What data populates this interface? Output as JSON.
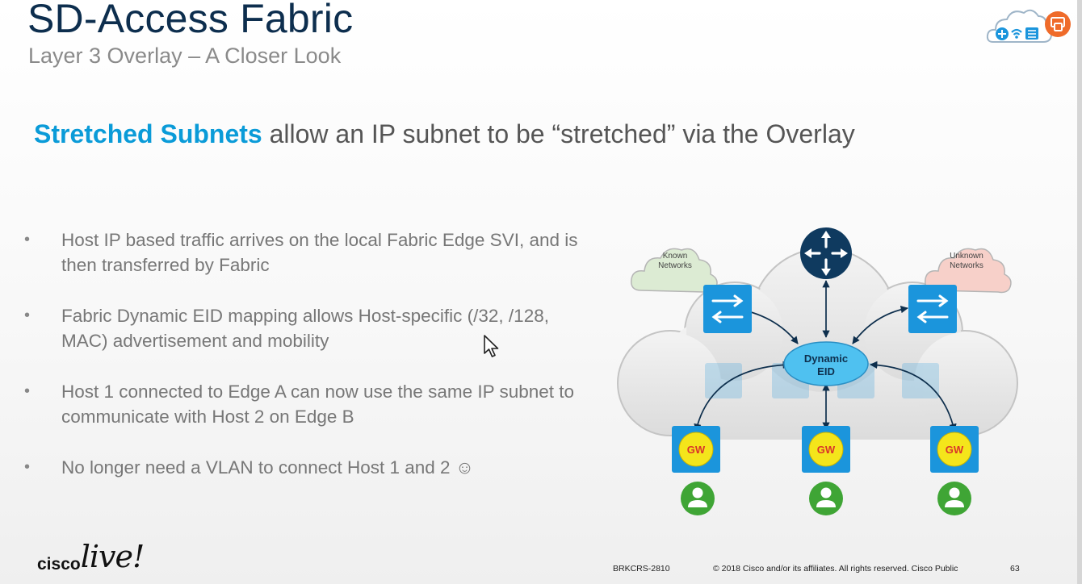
{
  "slide": {
    "title": "SD-Access Fabric",
    "subtitle": "Layer 3 Overlay – A Closer Look",
    "headline_accent": "Stretched Subnets",
    "headline_rest": " allow an IP subnet to be “stretched” via the Overlay"
  },
  "bullets": [
    "Host IP based traffic arrives on the local Fabric Edge SVI, and is then transferred by Fabric",
    "Fabric Dynamic EID mapping allows Host-specific (/32, /128, MAC) advertisement and mobility",
    "Host 1 connected to Edge A can now use the same  IP subnet to communicate with Host 2 on Edge B",
    "No longer need a VLAN to connect Host 1 and 2 ☺"
  ],
  "bullet_symbol": "•",
  "diagram": {
    "known_networks_line1": "Known",
    "known_networks_line2": "Networks",
    "unknown_networks_line1": "Unknown",
    "unknown_networks_line2": "Networks",
    "dynamic_eid_line1": "Dynamic",
    "dynamic_eid_line2": "EID",
    "gateway_label": "GW",
    "colors": {
      "switch_blue": "#1b95dc",
      "router_navy": "#0f3a5f",
      "eid_fill": "#4fc1f0",
      "gw_yellow": "#f4e51b",
      "gw_text": "#d9342b",
      "host_green": "#3fa535",
      "known_cloud": "#dcebd3",
      "unknown_cloud": "#f7d0c9"
    }
  },
  "branding": {
    "cisco": "cisco",
    "live": "live!"
  },
  "footer": {
    "session_id": "BRKCRS-2810",
    "copyright": "© 2018  Cisco and/or its affiliates. All rights reserved.   Cisco Public",
    "page_number": "63"
  }
}
